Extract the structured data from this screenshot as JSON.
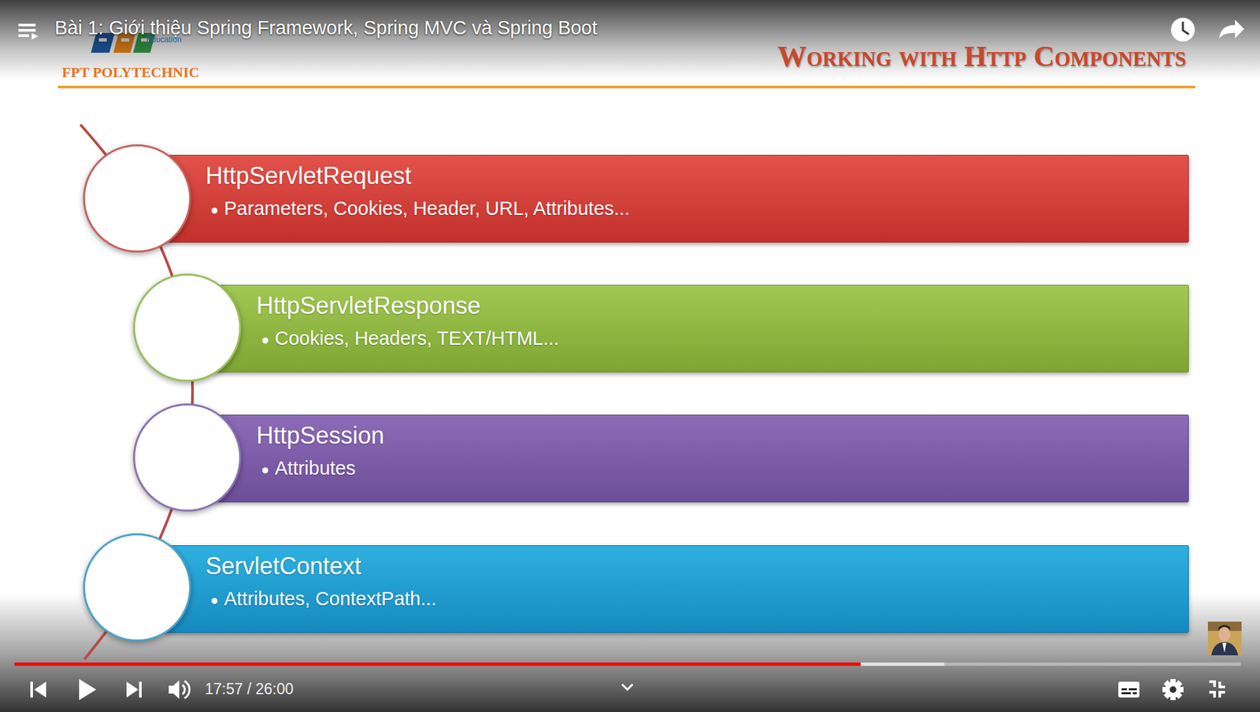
{
  "diagram": {
    "title": "Working with Http Components",
    "nodes": [
      {
        "text": [
          "HttpServletRequest",
          "Parameters, Cookies, Header, URL, Attributes..."
        ]
      },
      {
        "text": [
          "HttpServletResponse",
          "Cookies, Headers, TEXT/HTML..."
        ]
      },
      {
        "text": [
          "HttpSession",
          "Attributes"
        ]
      },
      {
        "text": [
          "ServletContext",
          "Attributes, ContextPath..."
        ]
      }
    ],
    "labels": [
      "Bài 1: Giới thiệu Spring Framework, Spring MVC và Spring Boot",
      "Education",
      "FPT POLYTECHNIC",
      "17:57 / 26:00"
    ]
  }
}
